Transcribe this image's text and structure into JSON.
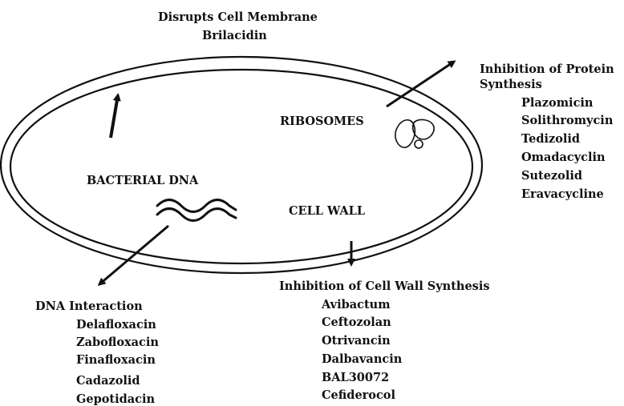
{
  "membrane": {
    "action": "Disrupts Cell Membrane",
    "drug": "Brilacidin"
  },
  "labels": {
    "ribosomes": "RIBOSOMES",
    "bacterial_dna": "BACTERIAL DNA",
    "cell_wall": "CELL WALL"
  },
  "protein_synthesis": {
    "title_line1": "Inhibition of Protein",
    "title_line2": "Synthesis",
    "drugs": [
      "Plazomicin",
      "Solithromycin",
      "Tedizolid",
      "Omadacyclin",
      "Sutezolid",
      "Eravacycline"
    ]
  },
  "dna_interaction": {
    "title": "DNA Interaction",
    "drugs": [
      "Delafloxacin",
      "Zabofloxacin",
      "Finafloxacin",
      "Cadazolid",
      "Gepotidacin"
    ]
  },
  "cell_wall_synthesis": {
    "title": "Inhibition of Cell Wall Synthesis",
    "drugs": [
      "Avibactum",
      "Ceftozolan",
      "Otrivancin",
      "Dalbavancin",
      "BAL30072",
      "Cefiderocol"
    ]
  },
  "colors": {
    "ink": "#111111",
    "background": "#ffffff"
  }
}
